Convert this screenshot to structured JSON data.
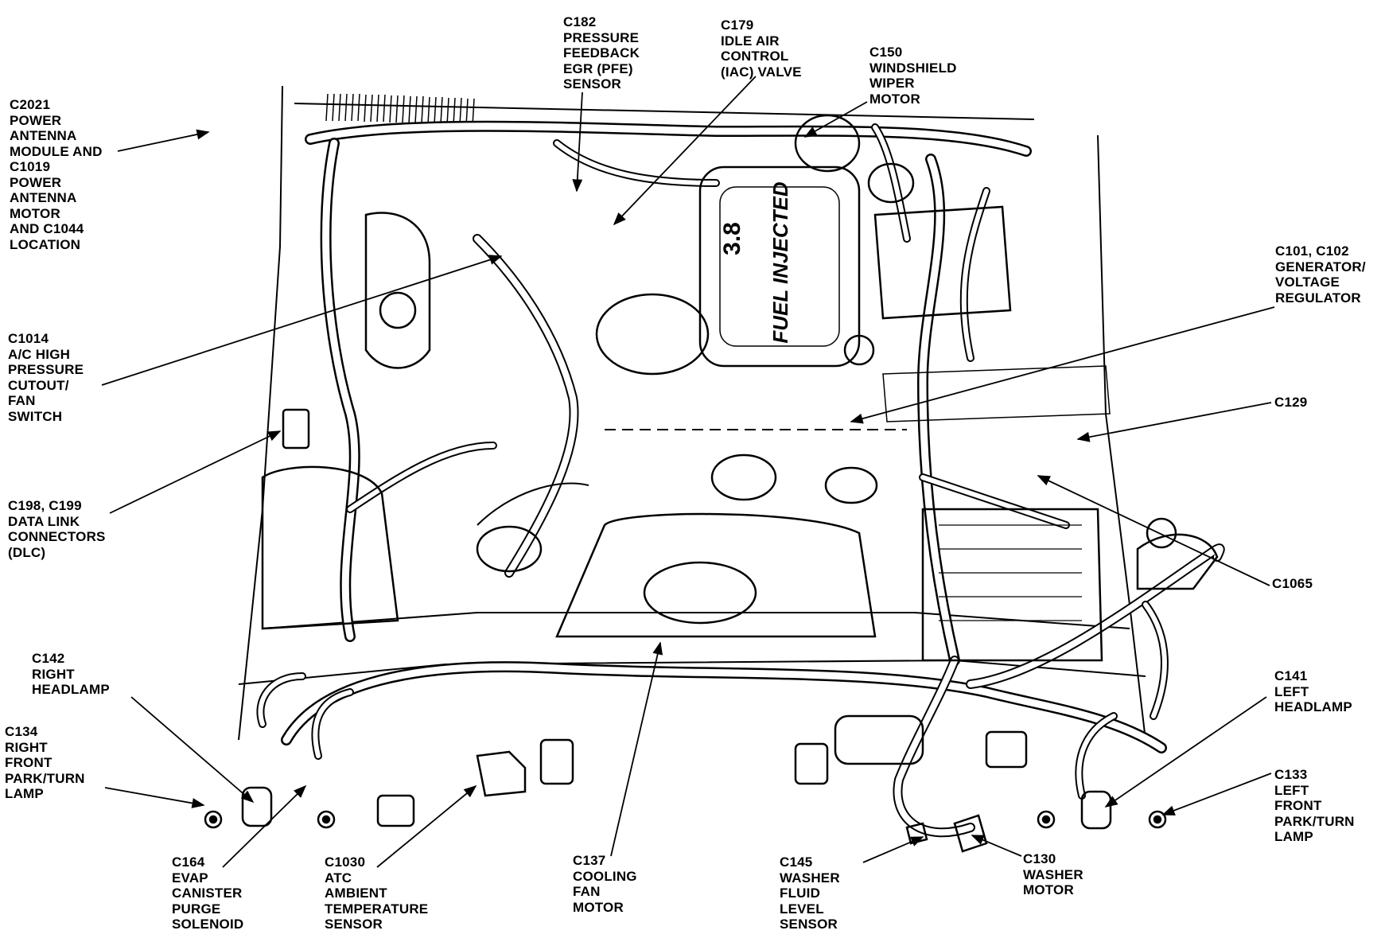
{
  "callouts": {
    "c182": {
      "lines": [
        "C182",
        "PRESSURE",
        "FEEDBACK",
        "EGR (PFE)",
        "SENSOR"
      ]
    },
    "c179": {
      "lines": [
        "C179",
        "IDLE AIR",
        "CONTROL",
        "(IAC) VALVE"
      ]
    },
    "c150": {
      "lines": [
        "C150",
        "WINDSHIELD",
        "WIPER",
        "MOTOR"
      ]
    },
    "c2021": {
      "lines": [
        "C2021",
        "POWER",
        "ANTENNA",
        "MODULE AND",
        "C1019",
        "POWER",
        "ANTENNA",
        "MOTOR",
        "AND C1044",
        "LOCATION"
      ]
    },
    "c101": {
      "lines": [
        "C101, C102",
        "GENERATOR/",
        "VOLTAGE",
        "REGULATOR"
      ]
    },
    "c1014": {
      "lines": [
        "C1014",
        "A/C HIGH",
        "PRESSURE",
        "CUTOUT/",
        "FAN",
        "SWITCH"
      ]
    },
    "c129": {
      "lines": [
        "C129"
      ]
    },
    "c198": {
      "lines": [
        "C198, C199",
        "DATA LINK",
        "CONNECTORS",
        "(DLC)"
      ]
    },
    "c1065": {
      "lines": [
        "C1065"
      ]
    },
    "c142": {
      "lines": [
        "C142",
        "RIGHT",
        "HEADLAMP"
      ]
    },
    "c141": {
      "lines": [
        "C141",
        "LEFT",
        "HEADLAMP"
      ]
    },
    "c134": {
      "lines": [
        "C134",
        "RIGHT",
        "FRONT",
        "PARK/TURN",
        "LAMP"
      ]
    },
    "c133": {
      "lines": [
        "C133",
        "LEFT",
        "FRONT",
        "PARK/TURN",
        "LAMP"
      ]
    },
    "c164": {
      "lines": [
        "C164",
        "EVAP",
        "CANISTER",
        "PURGE",
        "SOLENOID"
      ]
    },
    "c1030": {
      "lines": [
        "C1030",
        "ATC",
        "AMBIENT",
        "TEMPERATURE",
        "SENSOR"
      ]
    },
    "c137": {
      "lines": [
        "C137",
        "COOLING",
        "FAN",
        "MOTOR"
      ]
    },
    "c145": {
      "lines": [
        "C145",
        "WASHER",
        "FLUID",
        "LEVEL",
        "SENSOR"
      ]
    },
    "c130": {
      "lines": [
        "C130",
        "WASHER",
        "MOTOR"
      ]
    }
  },
  "engine_markings": {
    "displacement": "3.8",
    "badge": "FUEL INJECTED"
  },
  "colors": {
    "ink": "#000000",
    "paper": "#ffffff"
  }
}
